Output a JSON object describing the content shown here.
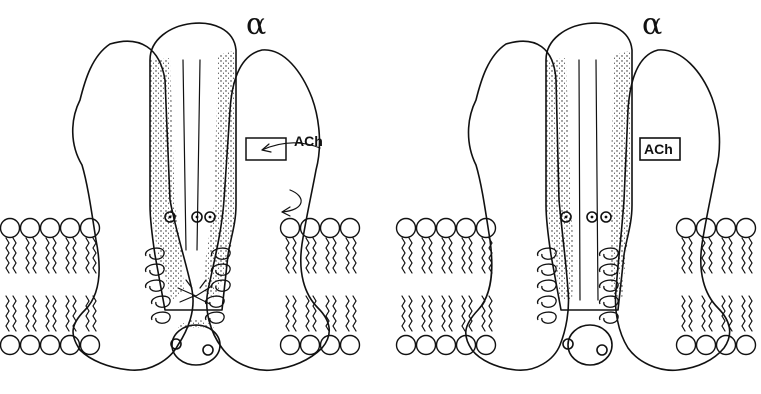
{
  "figure": {
    "panels": [
      {
        "id": "left",
        "state": "closed",
        "subunit_label": "α",
        "ligand_label": "ACh"
      },
      {
        "id": "right",
        "state": "open",
        "subunit_label": "α",
        "ligand_label": "ACh"
      }
    ],
    "colors": {
      "ink": "#111111",
      "background": "#ffffff"
    }
  }
}
